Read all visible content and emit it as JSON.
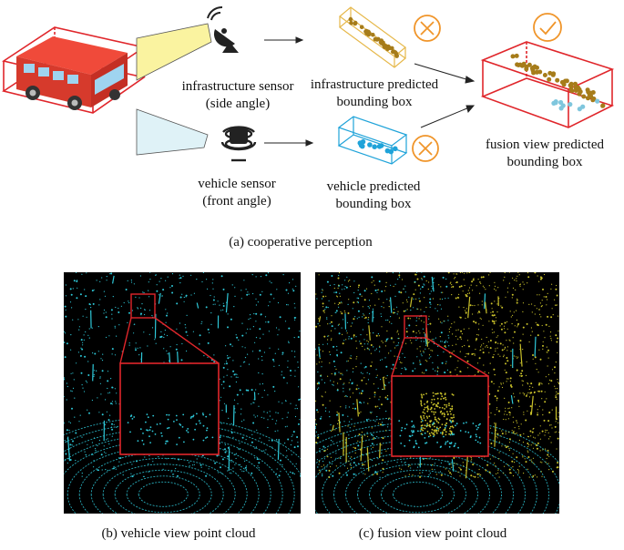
{
  "labels": {
    "infra_sensor": [
      "infrastructure sensor",
      "(side angle)"
    ],
    "vehicle_sensor": [
      "vehicle sensor",
      "(front angle)"
    ],
    "infra_box": [
      "infrastructure predicted",
      "bounding box"
    ],
    "vehicle_box": [
      "vehicle predicted",
      "bounding box"
    ],
    "fusion_box": [
      "fusion view predicted",
      "bounding box"
    ]
  },
  "captions": {
    "a": "(a) cooperative perception",
    "b": "(b) vehicle view point cloud",
    "c": "(c) fusion view point cloud"
  },
  "colors": {
    "box_red": "#e0262b",
    "infra_points": "#a67c1a",
    "vehicle_points": "#1fa3d9",
    "mark_orange": "#f0952a",
    "infra_beam": "#faf3a0",
    "vehicle_beam": "#dff2f7",
    "cyan_cloud": "#2ec8d8",
    "yellow_cloud": "#c8c02a"
  },
  "icons": {
    "infra_sensor": "satellite-dish-icon",
    "vehicle_sensor": "lidar-sensor-icon",
    "infra_result": "cross-icon",
    "vehicle_result": "cross-icon",
    "fusion_result": "check-icon",
    "vehicle": "bus-icon"
  }
}
